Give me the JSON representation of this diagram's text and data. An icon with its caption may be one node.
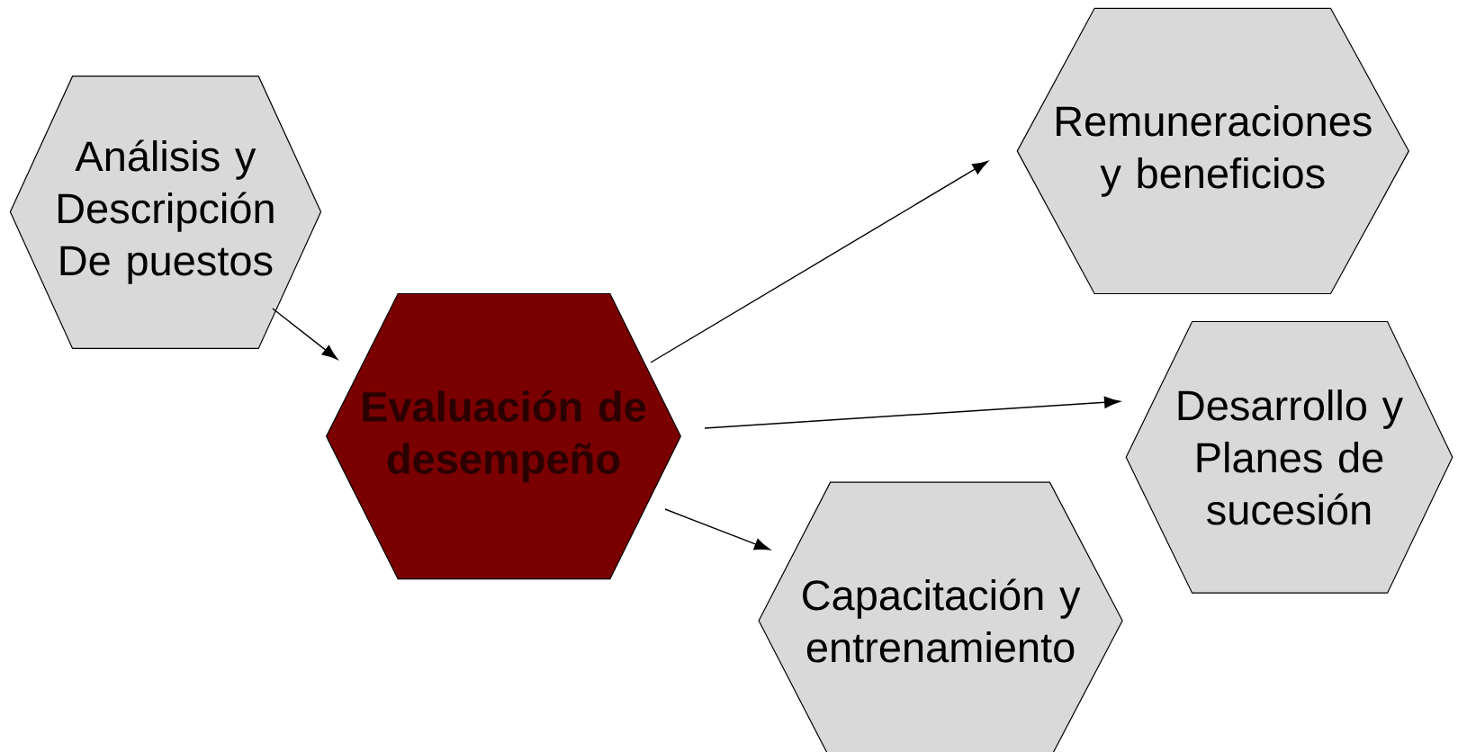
{
  "diagram": {
    "nodes": [
      {
        "text": [
          "Análisis y Descripción De puestos"
        ]
      },
      {
        "text": [
          "Evaluación de desempeño"
        ]
      },
      {
        "text": [
          "Remuneraciones y beneficios"
        ]
      },
      {
        "text": [
          "Desarrollo y Planes de sucesión"
        ]
      },
      {
        "text": [
          "Capacitación y entrenamiento"
        ]
      }
    ],
    "edges": [
      {
        "from": 0,
        "to": 1,
        "arrow": "to"
      },
      {
        "from": 1,
        "to": 2,
        "arrow": "to"
      },
      {
        "from": 1,
        "to": 3,
        "arrow": "to"
      },
      {
        "from": 1,
        "to": 4,
        "arrow": "to"
      }
    ]
  }
}
